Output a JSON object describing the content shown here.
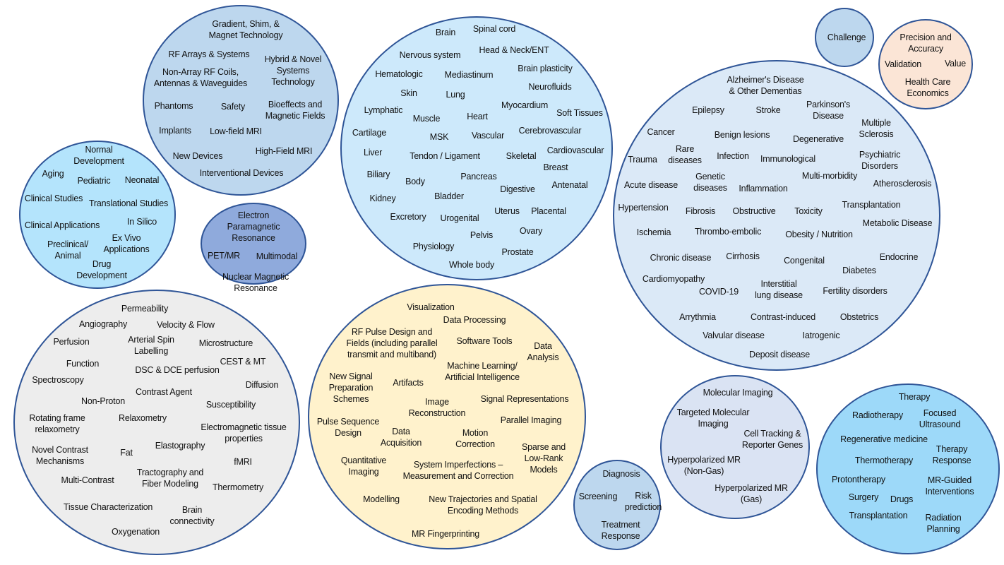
{
  "colors": {
    "border": "#2f5597",
    "hardware": "#bdd7ee",
    "anatomy": "#cde9fb",
    "population": "#b4e4fc",
    "other_modalities": "#8faadc",
    "contrast": "#ededed",
    "methods": "#fff2cc",
    "disease": "#dbe9f7",
    "challenge": "#bdd7ee",
    "precision": "#fbe5d6",
    "diagnosis": "#bdd7ee",
    "molecular": "#dae3f3",
    "therapy": "#9dd9f9"
  },
  "bubbles": {
    "hardware": {
      "items": [
        "Gradient, Shim, &\nMagnet Technology",
        "RF Arrays & Systems",
        "Hybrid & Novel\nSystems\nTechnology",
        "Non-Array RF Coils,\nAntennas & Waveguides",
        "Phantoms",
        "Safety",
        "Bioeffects and\nMagnetic Fields",
        "Implants",
        "Low-field MRI",
        "New Devices",
        "High-Field MRI",
        "Interventional Devices"
      ]
    },
    "population": {
      "items": [
        "Normal\nDevelopment",
        "Aging",
        "Pediatric",
        "Neonatal",
        "Clinical Studies",
        "Translational Studies",
        "In Silico",
        "Clinical Applications",
        "Ex Vivo\nApplications",
        "Preclinical/\nAnimal",
        "Drug\nDevelopment"
      ]
    },
    "other_modalities": {
      "items": [
        "Electron\nParamagnetic\nResonance",
        "PET/MR",
        "Multimodal",
        "Nuclear Magnetic\nResonance"
      ]
    },
    "anatomy": {
      "items": [
        "Brain",
        "Spinal cord",
        "Nervous system",
        "Head & Neck/ENT",
        "Hematologic",
        "Mediastinum",
        "Brain plasticity",
        "Neurofluids",
        "Skin",
        "Lung",
        "Lymphatic",
        "Muscle",
        "Heart",
        "Myocardium",
        "Soft Tissues",
        "Cartilage",
        "MSK",
        "Vascular",
        "Cerebrovascular",
        "Liver",
        "Tendon / Ligament",
        "Skeletal",
        "Cardiovascular",
        "Breast",
        "Biliary",
        "Body",
        "Pancreas",
        "Digestive",
        "Antenatal",
        "Kidney",
        "Bladder",
        "Excretory",
        "Urogenital",
        "Uterus",
        "Placental",
        "Pelvis",
        "Ovary",
        "Physiology",
        "Prostate",
        "Whole body"
      ]
    },
    "disease": {
      "items": [
        "Alzheimer's Disease\n& Other Dementias",
        "Epilepsy",
        "Stroke",
        "Parkinson's\nDisease",
        "Multiple\nSclerosis",
        "Cancer",
        "Benign lesions",
        "Degenerative",
        "Trauma",
        "Rare\ndiseases",
        "Infection",
        "Immunological",
        "Psychiatric\nDisorders",
        "Genetic\ndiseases",
        "Acute disease",
        "Inflammation",
        "Multi-morbidity",
        "Atherosclerosis",
        "Hypertension",
        "Fibrosis",
        "Obstructive",
        "Toxicity",
        "Transplantation",
        "Metabolic Disease",
        "Ischemia",
        "Thrombo-embolic",
        "Obesity / Nutrition",
        "Chronic disease",
        "Cirrhosis",
        "Congenital",
        "Endocrine",
        "Diabetes",
        "Cardiomyopathy",
        "COVID-19",
        "Interstitial\nlung disease",
        "Fertility disorders",
        "Arrythmia",
        "Contrast-induced",
        "Obstetrics",
        "Valvular disease",
        "Iatrogenic",
        "Deposit disease"
      ]
    },
    "challenge": {
      "items": [
        "Challenge"
      ]
    },
    "precision": {
      "items": [
        "Precision and\nAccuracy",
        "Validation",
        "Value",
        "Health Care\nEconomics"
      ]
    },
    "contrast": {
      "items": [
        "Permeability",
        "Angiography",
        "Velocity & Flow",
        "Perfusion",
        "Arterial Spin\nLabelling",
        "Microstructure",
        "Function",
        "CEST & MT",
        "DSC & DCE perfusion",
        "Spectroscopy",
        "Diffusion",
        "Contrast Agent",
        "Non-Proton",
        "Susceptibility",
        "Rotating frame\nrelaxometry",
        "Relaxometry",
        "Electromagnetic tissue\nproperties",
        "Novel Contrast\nMechanisms",
        "Fat",
        "Elastography",
        "fMRI",
        "Multi-Contrast",
        "Tractography and\nFiber Modeling",
        "Thermometry",
        "Tissue Characterization",
        "Brain\nconnectivity",
        "Oxygenation"
      ]
    },
    "methods": {
      "items": [
        "Visualization",
        "Data Processing",
        "RF Pulse Design and\nFields (including parallel\ntransmit and multiband)",
        "Software Tools",
        "Data\nAnalysis",
        "Machine Learning/\nArtificial Intelligence",
        "New Signal\nPreparation\nSchemes",
        "Artifacts",
        "Image\nReconstruction",
        "Signal Representations",
        "Pulse Sequence\nDesign",
        "Data\nAcquisition",
        "Motion\nCorrection",
        "Parallel Imaging",
        "Sparse and\nLow-Rank\nModels",
        "Quantitative\nImaging",
        "System Imperfections –\nMeasurement and Correction",
        "Modelling",
        "New Trajectories and Spatial\nEncoding Methods",
        "MR Fingerprinting"
      ]
    },
    "diagnosis": {
      "items": [
        "Diagnosis",
        "Screening",
        "Risk\nprediction",
        "Treatment\nResponse"
      ]
    },
    "molecular": {
      "items": [
        "Molecular Imaging",
        "Targeted Molecular\nImaging",
        "Cell Tracking &\nReporter Genes",
        "Hyperpolarized MR\n(Non-Gas)",
        "Hyperpolarized MR\n(Gas)"
      ]
    },
    "therapy": {
      "items": [
        "Therapy",
        "Radiotherapy",
        "Focused\nUltrasound",
        "Regenerative medicine",
        "Therapy\nResponse",
        "Thermotherapy",
        "Protontherapy",
        "MR-Guided\nInterventions",
        "Surgery",
        "Drugs",
        "Transplantation",
        "Radiation\nPlanning"
      ]
    }
  }
}
